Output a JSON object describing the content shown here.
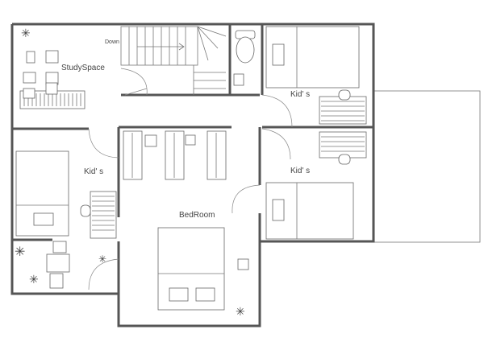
{
  "plan": {
    "rooms": {
      "study": "StudySpace",
      "kids_top_right": "Kid' s",
      "kids_left": "Kid' s",
      "kids_bottom_right": "Kid' s",
      "bedroom": "BedRoom"
    },
    "stairs_label": "Down"
  }
}
